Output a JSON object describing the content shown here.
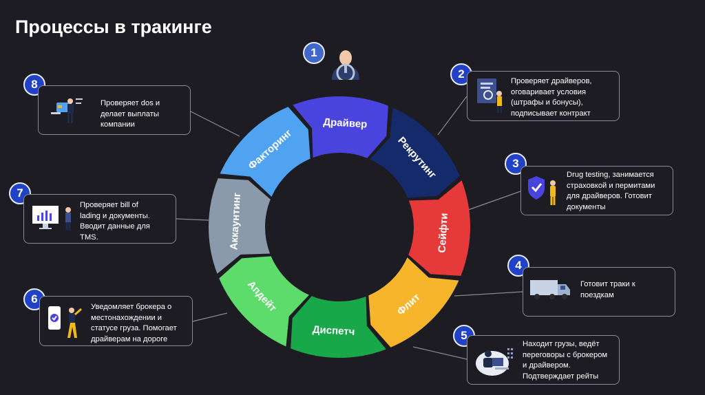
{
  "title": "Процессы в тракинге",
  "segments": [
    {
      "label": "Драйвер",
      "color": "#4a44de"
    },
    {
      "label": "Рекрутинг",
      "color": "#142a6b"
    },
    {
      "label": "Сейфти",
      "color": "#e63a3a"
    },
    {
      "label": "Флит",
      "color": "#f7b52b"
    },
    {
      "label": "Диспетч",
      "color": "#18a84a"
    },
    {
      "label": "Апдейт",
      "color": "#5ddb6b"
    },
    {
      "label": "Аккаунтинг",
      "color": "#8b9aaa"
    },
    {
      "label": "Факторинг",
      "color": "#4fa3f0"
    }
  ],
  "steps": [
    {
      "number": "1",
      "text": ""
    },
    {
      "number": "2",
      "text": "Проверяет драйверов,\nоговаривает условия\n(штрафы и бонусы),\nподписывает контракт"
    },
    {
      "number": "3",
      "text": "Drug testing, занимается\nстраховкой и пермитами\nдля драйверов. Готовит\nдокументы"
    },
    {
      "number": "4",
      "text": "Готовит траки к\nпоездкам"
    },
    {
      "number": "5",
      "text": "Находит грузы, ведёт\nпереговоры с брокером\nи драйвером.\nПодтверждает рейты"
    },
    {
      "number": "6",
      "text": "Уведомляет брокера о\nместонахождении и\nстатусе груза. Помогает\nдрайверам на дороге"
    },
    {
      "number": "7",
      "text": "Проверяет bill of\nlading и документы.\nВводит данные для\nTMS."
    },
    {
      "number": "8",
      "text": "Проверяет dos и\nделает выплаты\nкомпании"
    }
  ],
  "icons": [
    "driver-icon",
    "recruiting-icon",
    "shield-icon",
    "truck-icon",
    "dispatcher-icon",
    "phone-icon",
    "chart-monitor-icon",
    "payment-card-icon"
  ]
}
